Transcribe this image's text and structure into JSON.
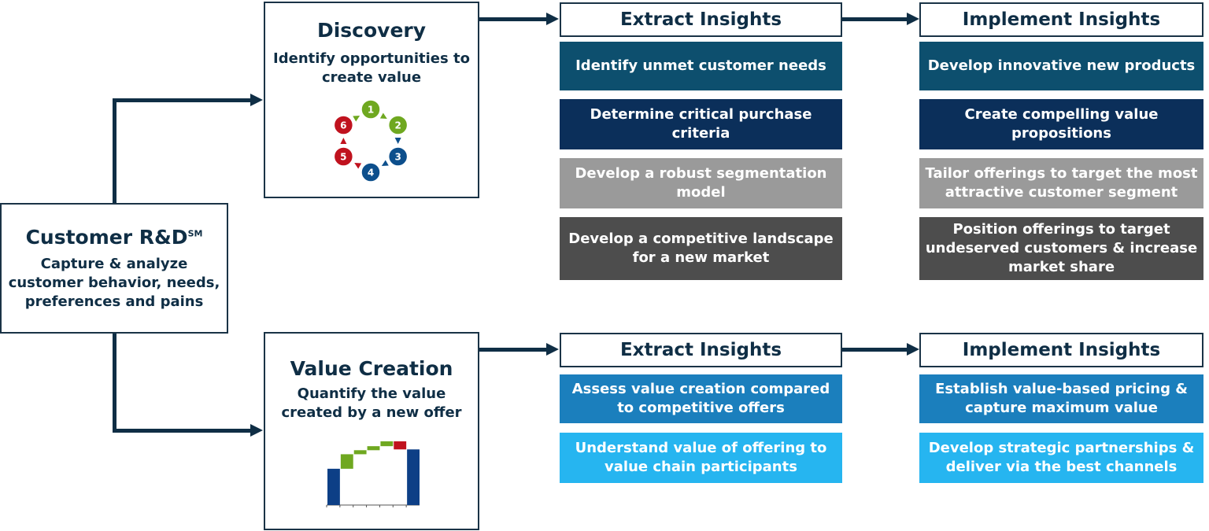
{
  "root": {
    "title": "Customer R&D",
    "title_mark": "SM",
    "subtitle": "Capture & analyze customer behavior, needs, preferences and pains"
  },
  "discovery": {
    "title": "Discovery",
    "subtitle": "Identify opportunities to create value",
    "cycle": [
      {
        "n": "1",
        "color": "#6fa820"
      },
      {
        "n": "2",
        "color": "#6fa820"
      },
      {
        "n": "3",
        "color": "#0d4f8c"
      },
      {
        "n": "4",
        "color": "#0d4f8c"
      },
      {
        "n": "5",
        "color": "#c0121e"
      },
      {
        "n": "6",
        "color": "#c0121e"
      }
    ]
  },
  "value_creation": {
    "title": "Value Creation",
    "subtitle": "Quantify the value created by a new offer",
    "waterfall": {
      "bars": [
        {
          "base": 0,
          "value": 45,
          "color": "#0d3f86"
        },
        {
          "base": 45,
          "value": 18,
          "color": "#6fa820"
        },
        {
          "base": 63,
          "value": 5,
          "color": "#6fa820"
        },
        {
          "base": 68,
          "value": 5,
          "color": "#6fa820"
        },
        {
          "base": 73,
          "value": 6,
          "color": "#6fa820"
        },
        {
          "base": 69,
          "value": 10,
          "color": "#c0121e"
        },
        {
          "base": 0,
          "value": 69,
          "color": "#0d3f86"
        }
      ],
      "max": 80
    }
  },
  "top": {
    "extract": {
      "header": "Extract Insights",
      "items": [
        "Identify unmet customer needs",
        "Determine critical purchase criteria",
        "Develop a robust segmentation model",
        "Develop a competitive landscape for a new market"
      ]
    },
    "implement": {
      "header": "Implement Insights",
      "items": [
        "Develop innovative new products",
        "Create compelling value propositions",
        "Tailor offerings to target the most attractive customer segment",
        "Position offerings to target undeserved customers & increase market share"
      ]
    }
  },
  "bottom": {
    "extract": {
      "header": "Extract Insights",
      "items": [
        "Assess value creation compared to competitive offers",
        "Understand value of offering to value chain participants"
      ]
    },
    "implement": {
      "header": "Implement Insights",
      "items": [
        "Establish value-based pricing & capture maximum value",
        "Develop strategic partnerships & deliver via the best channels"
      ]
    }
  }
}
